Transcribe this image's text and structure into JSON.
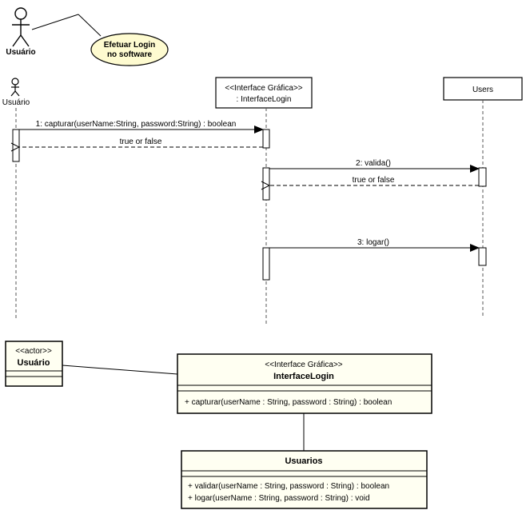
{
  "usecase": {
    "actor_label": "Usuário",
    "ellipse_line1": "Efetuar Login",
    "ellipse_line2": "no software"
  },
  "sequence": {
    "lifelines": [
      {
        "id": "usuario",
        "label": "Usuário"
      },
      {
        "id": "interface",
        "stereotype": "<<Interface Gráfica>>",
        "label": ": InterfaceLogin"
      },
      {
        "id": "users",
        "label": "Users"
      }
    ],
    "messages": [
      {
        "text": "1: capturar(userName:String, password:String) : boolean",
        "type": "sync"
      },
      {
        "text": "true or false",
        "type": "return"
      },
      {
        "text": "2: valida()",
        "type": "sync"
      },
      {
        "text": "true or false",
        "type": "return"
      },
      {
        "text": "3: logar()",
        "type": "sync"
      }
    ]
  },
  "class_diagram": {
    "actor_class": {
      "stereotype": "<<actor>>",
      "name": "Usuário"
    },
    "interface_class": {
      "stereotype": "<<Interface Gráfica>>",
      "name": "InterfaceLogin",
      "operations": [
        "+ capturar(userName : String, password : String) : boolean"
      ]
    },
    "usuarios_class": {
      "name": "Usuarios",
      "operations": [
        "+ validar(userName : String, password : String) : boolean",
        "+ logar(userName : String, password : String) : void"
      ]
    }
  },
  "colors": {
    "note_fill": "#fefbd0",
    "class_fill": "#fffff2",
    "stroke": "#000000",
    "lifeline": "#555555"
  }
}
